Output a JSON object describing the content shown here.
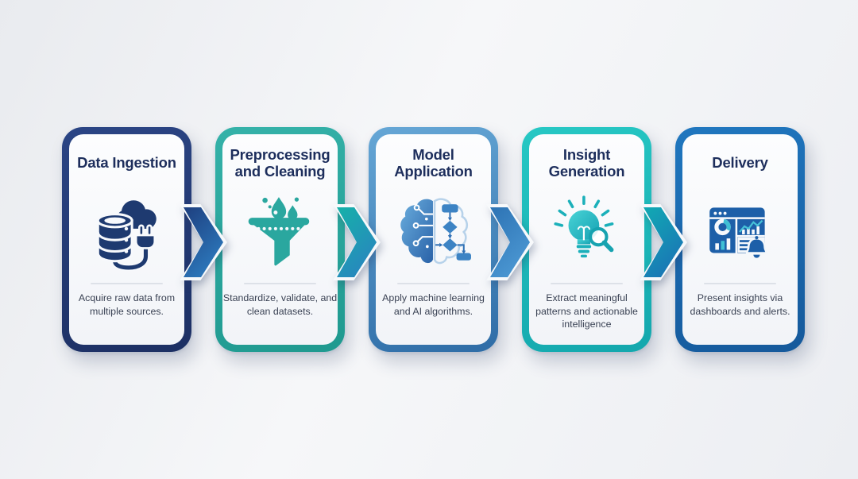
{
  "steps": [
    {
      "title": "Data Ingestion",
      "description": "Acquire raw data from multiple sources.",
      "icon": "database-cloud-plug-icon",
      "colors": {
        "border_top": "#2b4585",
        "border_bottom": "#1c2f63",
        "icon": "#1e3a70"
      }
    },
    {
      "title": "Preprocessing and Cleaning",
      "description": "Standardize, validate, and clean datasets.",
      "icon": "funnel-droplets-icon",
      "colors": {
        "border_top": "#35b2a9",
        "border_bottom": "#1f998f",
        "icon": "#2aa79f"
      }
    },
    {
      "title": "Model Application",
      "description": "Apply machine learning and AI algorithms.",
      "icon": "brain-flowchart-icon",
      "colors": {
        "border_top": "#66a7d6",
        "border_bottom": "#2e6ca6",
        "icon": "#2e6fb5"
      }
    },
    {
      "title": "Insight Generation",
      "description": "Extract meaningful patterns and actionable intelligence",
      "icon": "lightbulb-magnifier-icon",
      "colors": {
        "border_top": "#27c8c4",
        "border_bottom": "#13a7ad",
        "icon": "#1bb0ba"
      }
    },
    {
      "title": "Delivery",
      "description": "Present insights via dashboards and alerts.",
      "icon": "dashboard-alerts-icon",
      "colors": {
        "border_top": "#2077bf",
        "border_bottom": "#15599b",
        "icon": "#1d5fa8"
      }
    }
  ],
  "arrows": [
    {
      "from": "#1e3f7f",
      "to": "#2f84c8"
    },
    {
      "from": "#16b1a9",
      "to": "#2b7fc2"
    },
    {
      "from": "#2d73b4",
      "to": "#519ed8"
    },
    {
      "from": "#11aab3",
      "to": "#1c6cb6"
    }
  ],
  "text_colors": {
    "title": "#1d2e5c",
    "description": "#3a4254"
  }
}
